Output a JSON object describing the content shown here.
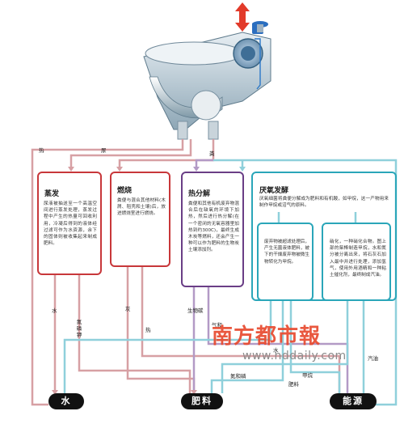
{
  "flow_top": {
    "heat": "热",
    "urine": "尿",
    "feces": "粪"
  },
  "boxes": {
    "evaporation": {
      "title": "蒸发",
      "text": "尿液被抽送至一个高温空间进行蒸发处理，蒸发过程中产生的热量可回收利用，冷凝后得到的液体经过滤可作为水资源，余下的固体则被收集起来制成肥料。"
    },
    "combustion": {
      "title": "燃烧",
      "text": "粪便与混合其他材料(木屑、稻壳和土壤)后，放进燃烧室进行燃烧。"
    },
    "pyrolysis": {
      "title": "热分解",
      "text": "粪便和其他有机废弃物混合后在缺氧的环境下加热，然后进行热分解(在一个密闭的无氧容器里加热到约300C)，最终生成木炭等燃料，还会产生一种可以作为肥料的生物炭土壤添加剂。"
    },
    "anaerobic": {
      "title": "厌氧发酵",
      "text": "厌氧细菌将粪便分解成为肥料和有机酸，如甲烷，这一产物用来制作甲烷或沼气的原料。"
    },
    "sub1": {
      "text": "废弃物被超滤处理后，产生无菌液体肥料，被下的干燥废弃物被微生物转化为甲烷。"
    },
    "sub2": {
      "text": "硝化，一种硝化合物。图上部的柴棒制造甲烷，水和氮分被分离出来，将石灰石加入最中并进行处理，添加氢气，使用外用酒精和一种粘土催化剂，最终制成汽油。"
    }
  },
  "flow_labels": {
    "water": "水",
    "nitrogen_potassium": "氮磷钾",
    "ash": "灰",
    "heat": "热",
    "biochar": "生物碳",
    "gas": "气和",
    "water2": "水",
    "n_and_p": "氮和磷",
    "fertilizer": "肥料",
    "methane": "甲烷",
    "gasoline": "汽油"
  },
  "outputs": {
    "water": "水",
    "fertilizer": "肥料",
    "energy": "能源"
  },
  "watermark": {
    "name": "南方都市報",
    "url": "www.nddaily.com"
  },
  "colors": {
    "red": "#c8373a",
    "purple": "#6a3e86",
    "teal": "#2aa6b9",
    "flow_red": "#d7a0a4",
    "flow_purple": "#b39ac6",
    "flow_teal": "#8fd0db",
    "toilet_blue": "#2b78c9"
  },
  "icons": [
    "up-down-arrow-icon",
    "valve-icon"
  ]
}
